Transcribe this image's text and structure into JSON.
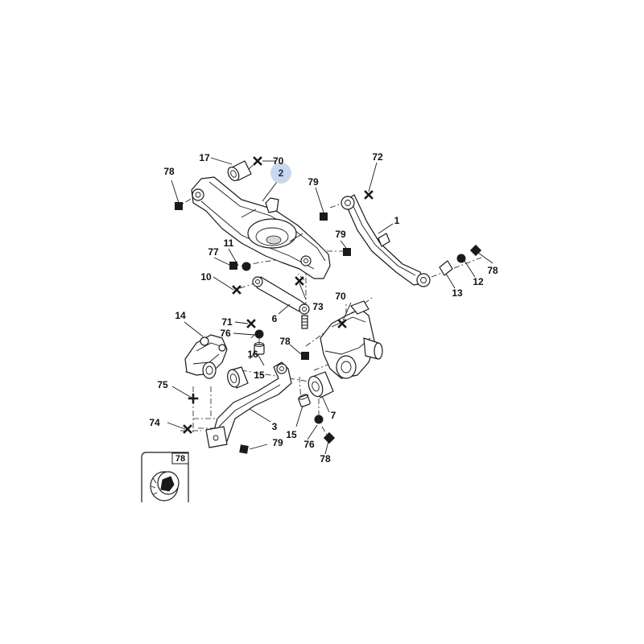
{
  "diagram": {
    "highlight_color": "#c8d8f0",
    "callouts": {
      "c1": "1",
      "c2": "2",
      "c3": "3",
      "c6": "6",
      "c7": "7",
      "c10": "10",
      "c11": "11",
      "c12": "12",
      "c13": "13",
      "c14": "14",
      "c15a": "15",
      "c15b": "15",
      "c16": "16",
      "c17": "17",
      "c70a": "70",
      "c70b": "70",
      "c71": "71",
      "c72": "72",
      "c73": "73",
      "c74": "74",
      "c75": "75",
      "c76a": "76",
      "c76b": "76",
      "c77": "77",
      "c78a": "78",
      "c78b": "78",
      "c78c": "78",
      "c78d": "78",
      "c79a": "79",
      "c79b": "79",
      "c79c": "79"
    },
    "inset_label": "78"
  }
}
